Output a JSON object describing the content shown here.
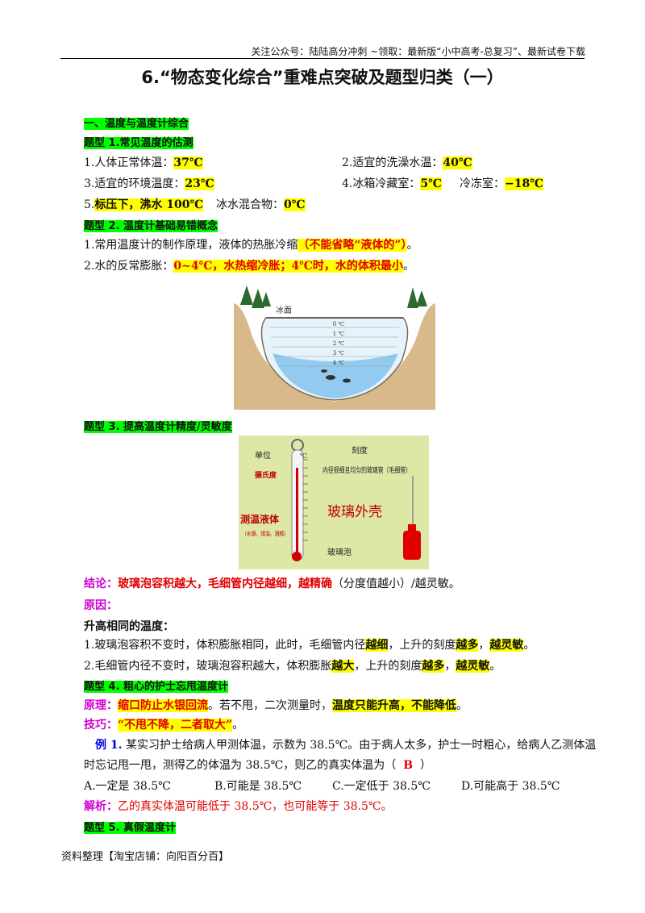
{
  "header": {
    "note": "关注公众号：陆陆高分冲刺  ~领取：最新版“小中高考-总复习”、最新试卷下载"
  },
  "title": "6.“物态变化综合”重难点突破及题型归类（一）",
  "section1": {
    "heading": "一、温度与温度计综合",
    "type1": {
      "label": "题型 1.常见温度的估测",
      "r1a_text": "1.人体正常体温：",
      "r1a_val": "37℃",
      "r1b_text": "2.适宜的洗澡水温：",
      "r1b_val": "40℃",
      "r2a_text": "3.适宜的环境温度：",
      "r2a_val": "23℃",
      "r2b_text": "4.冰箱冷藏室：",
      "r2b_val": "5℃",
      "r2c_text": "冷冻室：",
      "r2c_val": "−18℃",
      "r3a_text": "5.",
      "r3a_val": "标压下，沸水 100℃",
      "r3b_text": "冰水混合物：",
      "r3b_val": "0℃"
    },
    "type2": {
      "label": "题型 2. 温度计基础易错概念",
      "l1_text": "1.常用温度计的制作原理，液体的热胀冷缩",
      "l1_hl": "（不能省略“液体的”）",
      "l1_end": "。",
      "l2_text": "2.水的反常膨胀：",
      "l2_hl": "0~4℃，水热缩冷胀；4℃时，水的体积最小",
      "l2_end": "。"
    },
    "fig1": {
      "ice_label": "冰面",
      "layers": [
        "0 ℃",
        "1 ℃",
        "2 ℃",
        "3 ℃",
        "4 ℃"
      ]
    },
    "type3": {
      "label": "题型 3. 提高温度计精度/灵敏度",
      "fig": {
        "unit": "单位",
        "scale": "刻度",
        "celsius": "摄氏度",
        "tube": "内径很细且均匀的玻璃管（毛细管）",
        "shell": "玻璃外壳",
        "liquid": "测温液体",
        "liquid_note": "（水银、煤油、酒精）",
        "bulb": "玻璃泡",
        "unit_mark": "℃"
      },
      "conclusion_label": "结论：",
      "conclusion_red": "玻璃泡容积越大，毛细管内径越细，越精确",
      "conclusion_end": "（分度值越小）/越灵敏。",
      "reason_label": "原因：",
      "sub": "升高相同的温度：",
      "r1_a": "1.玻璃泡容积不变时，体积膨胀相同，此时，毛细管内径",
      "r1_h1": "越细",
      "r1_b": "，上升的刻度",
      "r1_h2": "越多",
      "r1_c": "，",
      "r1_h3": "越灵敏",
      "r1_d": "。",
      "r2_a": "2.毛细管内径不变时，玻璃泡容积越大，体积膨胀",
      "r2_h1": "越大",
      "r2_b": "，上升的刻度",
      "r2_h2": "越多",
      "r2_c": "，",
      "r2_h3": "越灵敏",
      "r2_d": "。"
    },
    "type4": {
      "label": "题型 4. 粗心的护士忘甩温度计",
      "principle_label": "原理：",
      "principle_hl": "缩口防止水银回流",
      "principle_mid": "。若不甩，二次测量时，",
      "principle_hl2": "温度只能升高，不能降低",
      "principle_end": "。",
      "tip_label": "技巧：",
      "tip_hl": "“不甩不降，二者取大”",
      "tip_end": "。",
      "ex_label": "例 1.",
      "ex_text1": " 某实习护士给病人甲测体温，示数为 38.5℃。由于病人太多，护士一时粗心，给病人乙测体温",
      "ex_text2a": "时忘记甩一甩，测得乙的体温为 38.5℃，则乙的真实体温为（",
      "ex_answer": "B",
      "ex_text2b": "）",
      "options": [
        "A.一定是 38.5℃",
        "B.可能是 38.5℃",
        "C.一定低于 38.5℃",
        "D.可能高于 38.5℃"
      ],
      "analysis_label": "解析：",
      "analysis_text": "乙的真实体温可能低于 38.5℃，也可能等于 38.5℃。"
    },
    "type5": {
      "label": "题型 5. 真假温度计"
    }
  },
  "footer": "资料整理【淘宝店铺：向阳百分百】"
}
